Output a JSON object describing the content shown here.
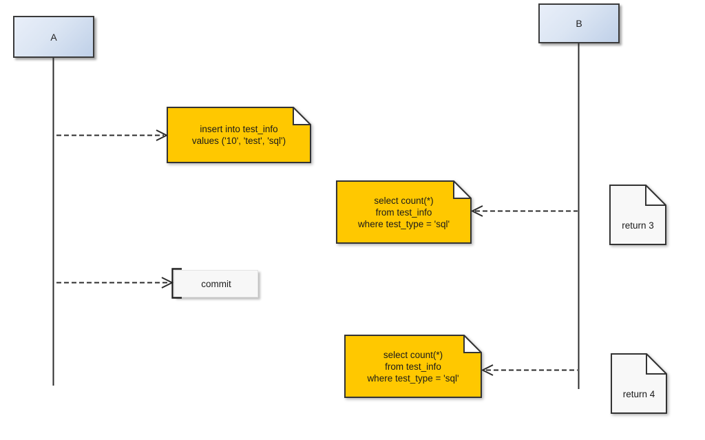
{
  "diagram": {
    "actors": [
      {
        "label": "A"
      },
      {
        "label": "B"
      }
    ],
    "notes": {
      "insert": {
        "text": "insert into test_info\nvalues ('10', 'test', 'sql')"
      },
      "select_first": {
        "text": "select count(*)\nfrom test_info\nwhere test_type = 'sql'"
      },
      "select_second": {
        "text": "select count(*)\nfrom test_info\nwhere test_type = 'sql'"
      },
      "return_first": {
        "text": "return 3"
      },
      "return_second": {
        "text": "return 4"
      }
    },
    "commit": {
      "label": "commit"
    },
    "colors": {
      "note_fill": "#FFC800",
      "note_border": "#333333",
      "actor_fill_top": "#E9EFF9",
      "actor_fill_bottom": "#BFD0E8",
      "paper_note_fill": "#F8F8F8",
      "line": "#2B2B2B"
    }
  }
}
